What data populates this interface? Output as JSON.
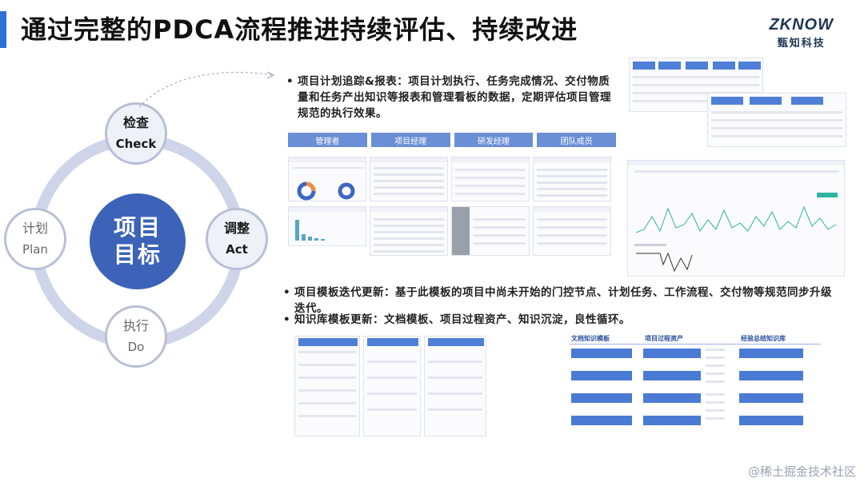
{
  "header": {
    "title": "通过完整的PDCA流程推进持续评估、持续改进",
    "logo_mark": "ZKNOW",
    "logo_sub": "甄知科技"
  },
  "pdca": {
    "center_line1": "项目",
    "center_line2": "目标",
    "check": {
      "zh": "检查",
      "en": "Check"
    },
    "plan": {
      "zh": "计划",
      "en": "Plan"
    },
    "act": {
      "zh": "调整",
      "en": "Act"
    },
    "do": {
      "zh": "执行",
      "en": "Do"
    }
  },
  "bullets": {
    "b1": "项目计划追踪&报表：项目计划执行、任务完成情况、交付物质量和任务产出知识等报表和管理看板的数据，定期评估项目管理规范的执行效果。",
    "b2": "项目模板迭代更新：基于此模板的项目中尚未开始的门控节点、计划任务、工作流程、交付物等规范同步升级迭代。",
    "b3": "知识库模板更新：文档模板、项目过程资产、知识沉淀，良性循环。",
    "marker": "•"
  },
  "roles": [
    "管理者",
    "项目经理",
    "研发经理",
    "团队成员"
  ],
  "kb_panel": {
    "col1_title": "文档知识模板",
    "col2_title": "项目过程资产",
    "col3_title": "经验总结知识库"
  },
  "watermark": "@稀土掘金技术社区",
  "colors": {
    "accent": "#2f6fd6",
    "center": "#3c63b8",
    "ring": "#cfd5e8",
    "role_tab": "#6b8fd6"
  }
}
